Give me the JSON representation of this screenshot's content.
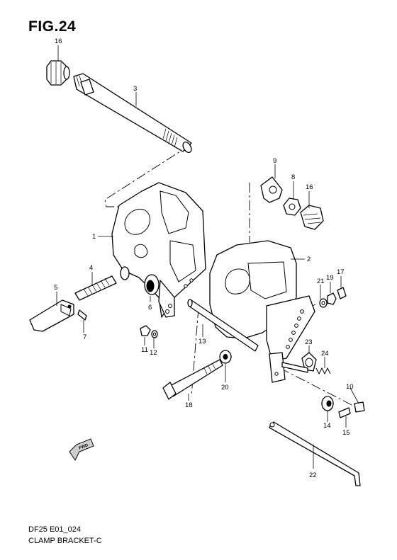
{
  "figure": {
    "title": "FIG.24"
  },
  "footer": {
    "code": "DF25 E01_024",
    "description": "CLAMP BRACKET-C"
  },
  "fwd_label": "FWD",
  "callouts": {
    "p16a": "16",
    "p3": "3",
    "p9": "9",
    "p8": "8",
    "p16b": "16",
    "p1": "1",
    "p2": "2",
    "p4": "4",
    "p5": "5",
    "p6": "6",
    "p7": "7",
    "p11": "11",
    "p12": "12",
    "p13": "13",
    "p19": "19",
    "p17": "17",
    "p21": "21",
    "p23": "23",
    "p24": "24",
    "p20": "20",
    "p18": "18",
    "p10": "10",
    "p14": "14",
    "p15": "15",
    "p22": "22"
  }
}
